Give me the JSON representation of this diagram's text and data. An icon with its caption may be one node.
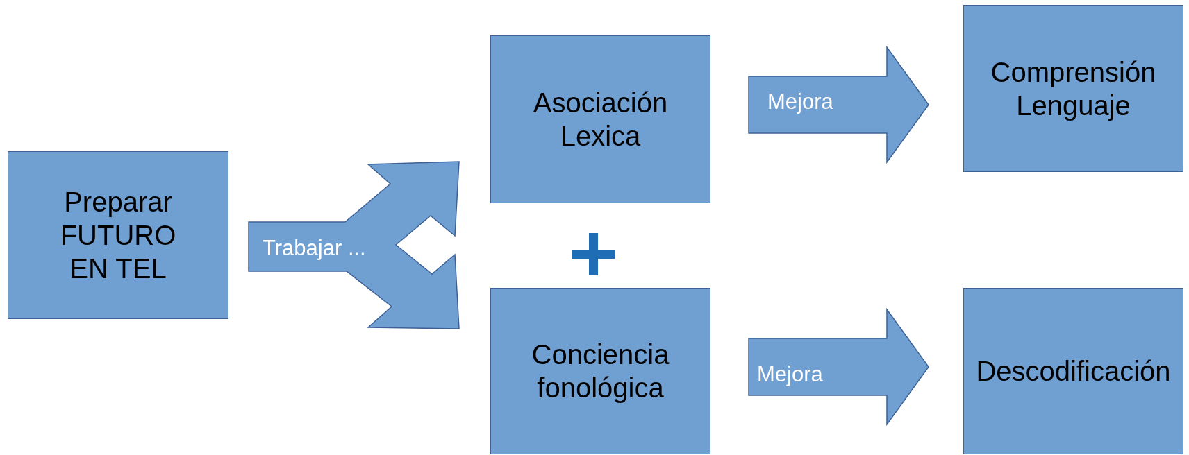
{
  "diagram": {
    "nodes": [
      {
        "text": [
          "Preparar FUTURO EN TEL"
        ]
      },
      {
        "text": [
          "Asociación Lexica"
        ]
      },
      {
        "text": [
          "Conciencia fonológica"
        ]
      },
      {
        "text": [
          "Comprensión Lenguaje"
        ]
      },
      {
        "text": [
          "Descodificación"
        ]
      }
    ],
    "edges": [
      {
        "from": 0,
        "to": 1,
        "arrow": "to",
        "style": "thick",
        "label": "Trabajar ..."
      },
      {
        "from": 0,
        "to": 2,
        "arrow": "to",
        "style": "thick"
      },
      {
        "from": 1,
        "to": 3,
        "arrow": "to",
        "style": "thick",
        "label": "Mejora"
      },
      {
        "from": 2,
        "to": 4,
        "arrow": "to",
        "style": "thick",
        "label": "Mejora"
      }
    ]
  }
}
